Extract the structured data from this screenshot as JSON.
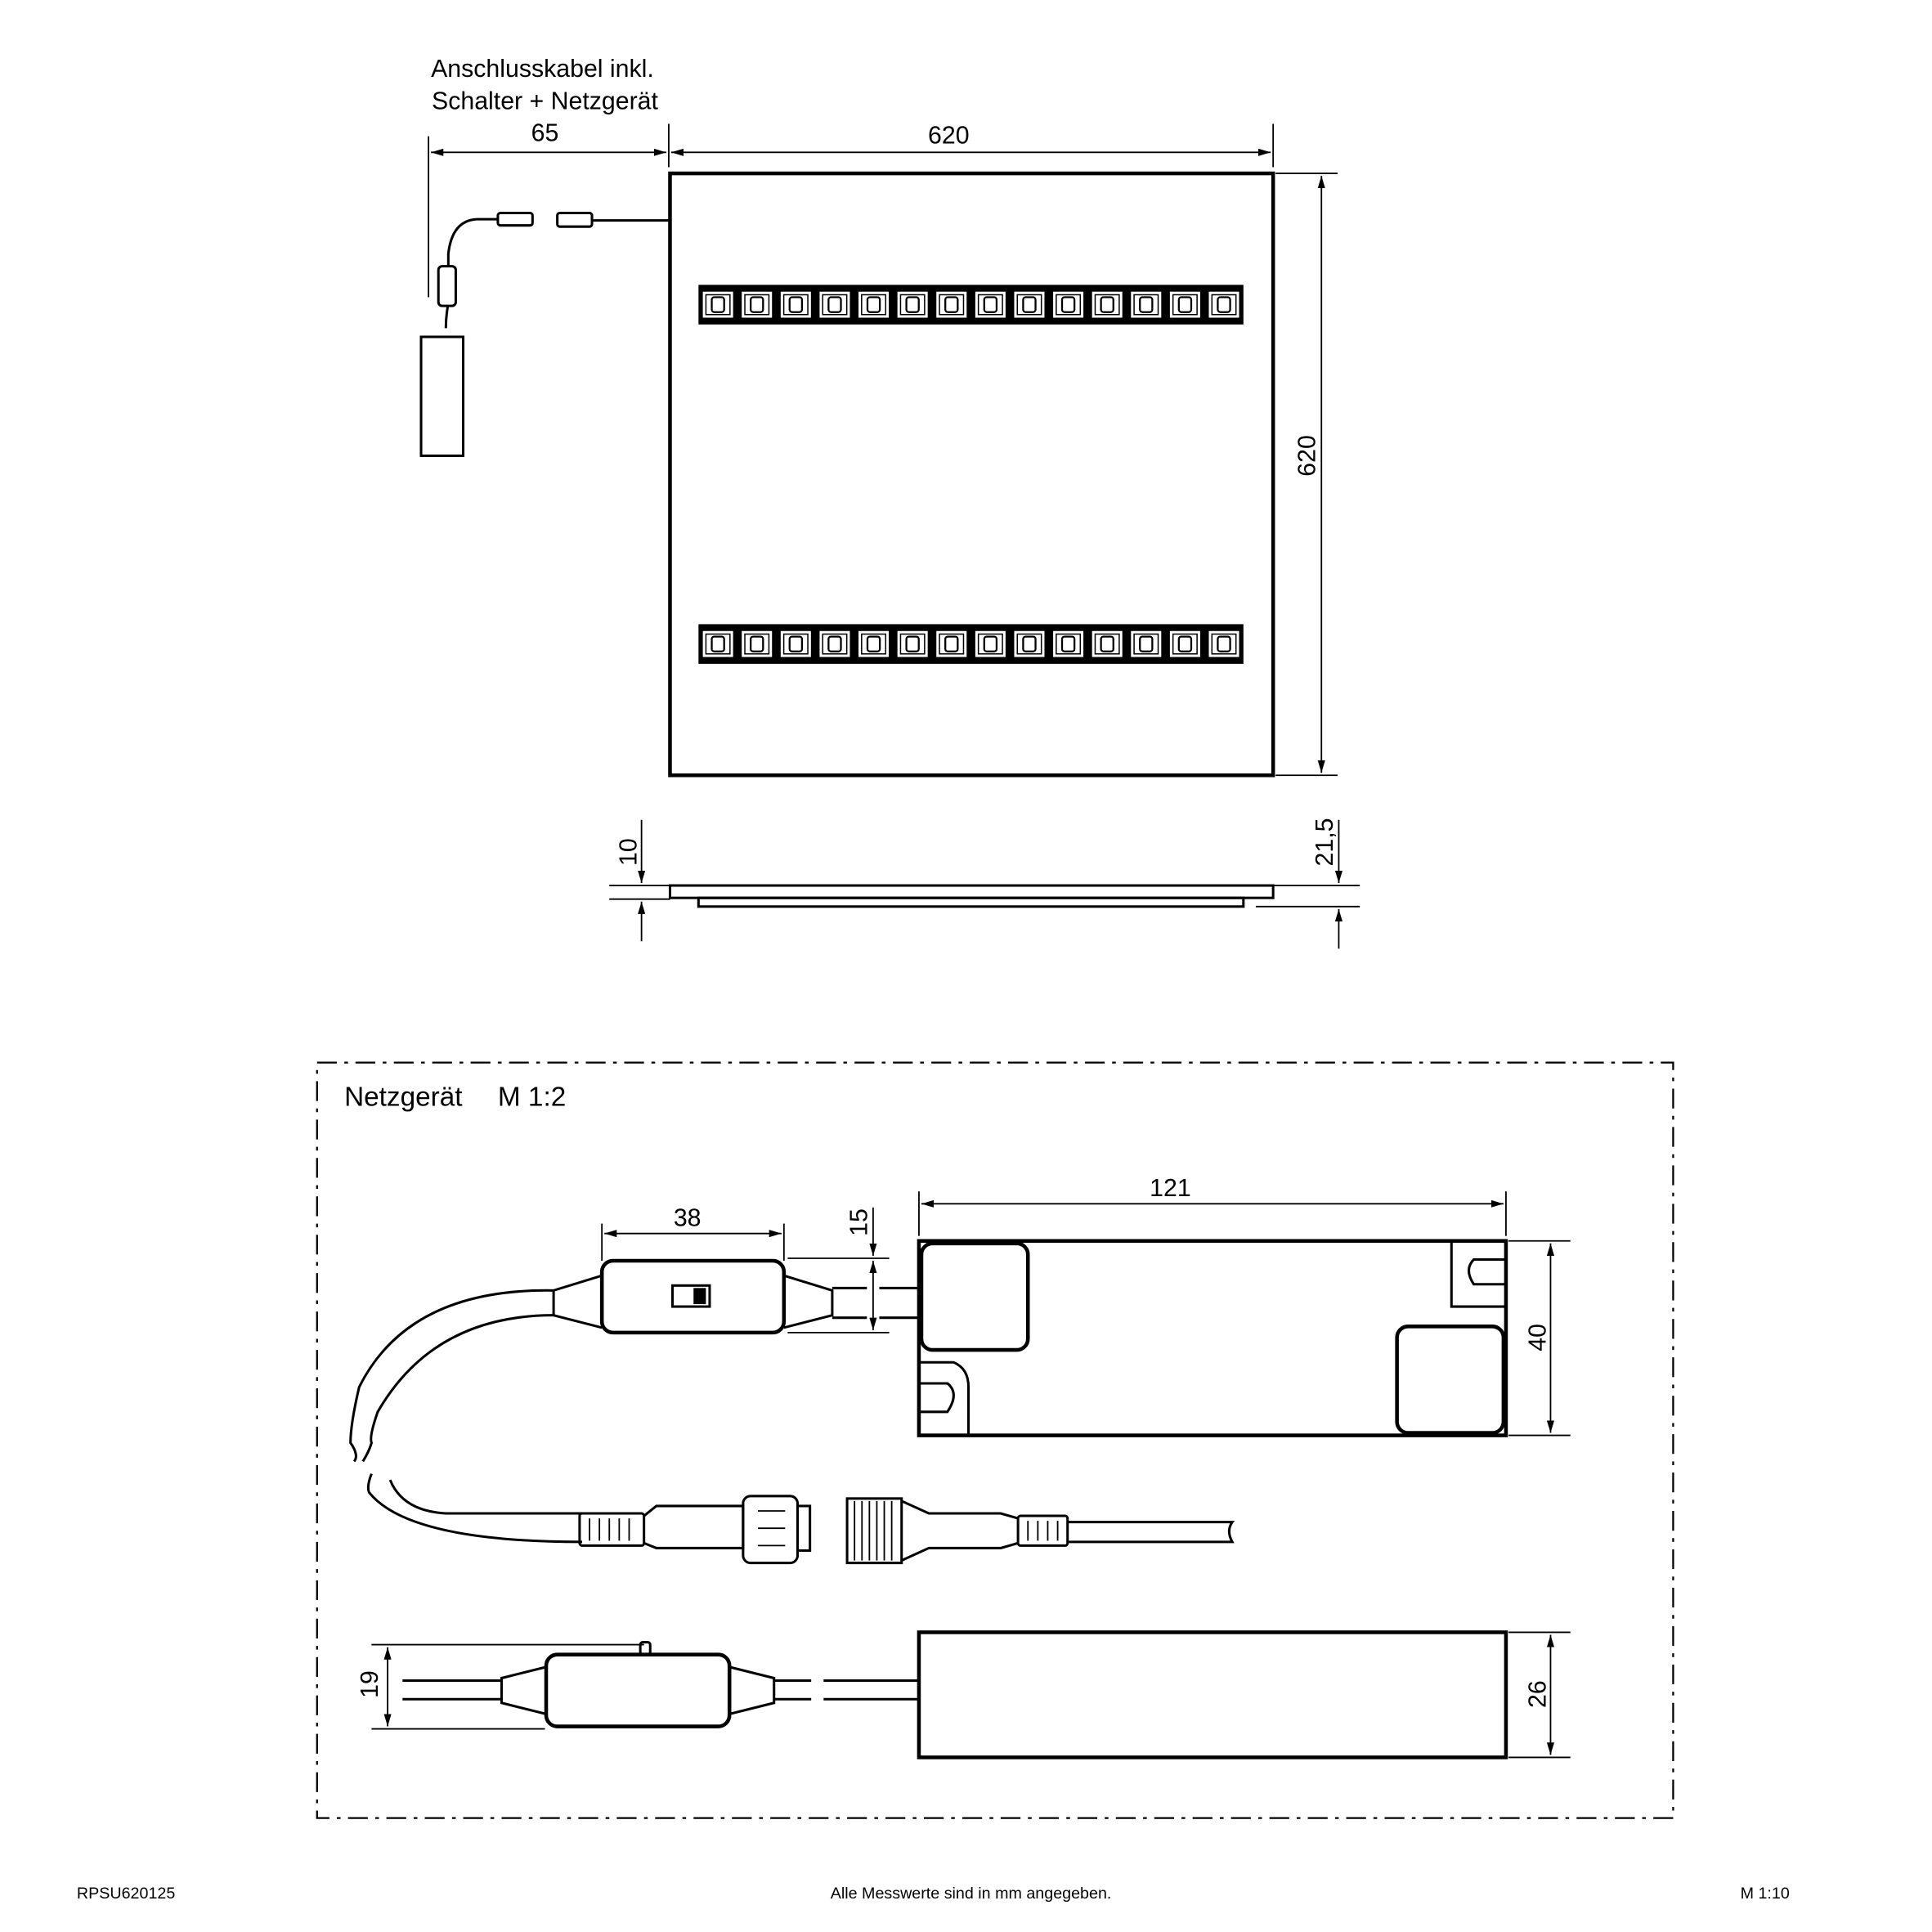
{
  "top_view": {
    "cable_label_line1": "Anschlusskabel inkl.",
    "cable_label_line2": "Schalter + Netzgerät",
    "dim_cable": "65",
    "dim_width": "620",
    "dim_height": "620",
    "led_count_per_row": 14
  },
  "side_view": {
    "dim_thickness": "10",
    "dim_total": "21,5"
  },
  "detail": {
    "title": "Netzgerät",
    "scale": "M 1:2",
    "dim_switch": "38",
    "dim_switch_height": "15",
    "dim_psu_length": "121",
    "dim_psu_width": "40",
    "dim_switch_side": "19",
    "dim_psu_height": "26"
  },
  "footer": {
    "article": "RPSU620125",
    "note": "Alle Messwerte sind in mm angegeben.",
    "scale": "M 1:10"
  }
}
